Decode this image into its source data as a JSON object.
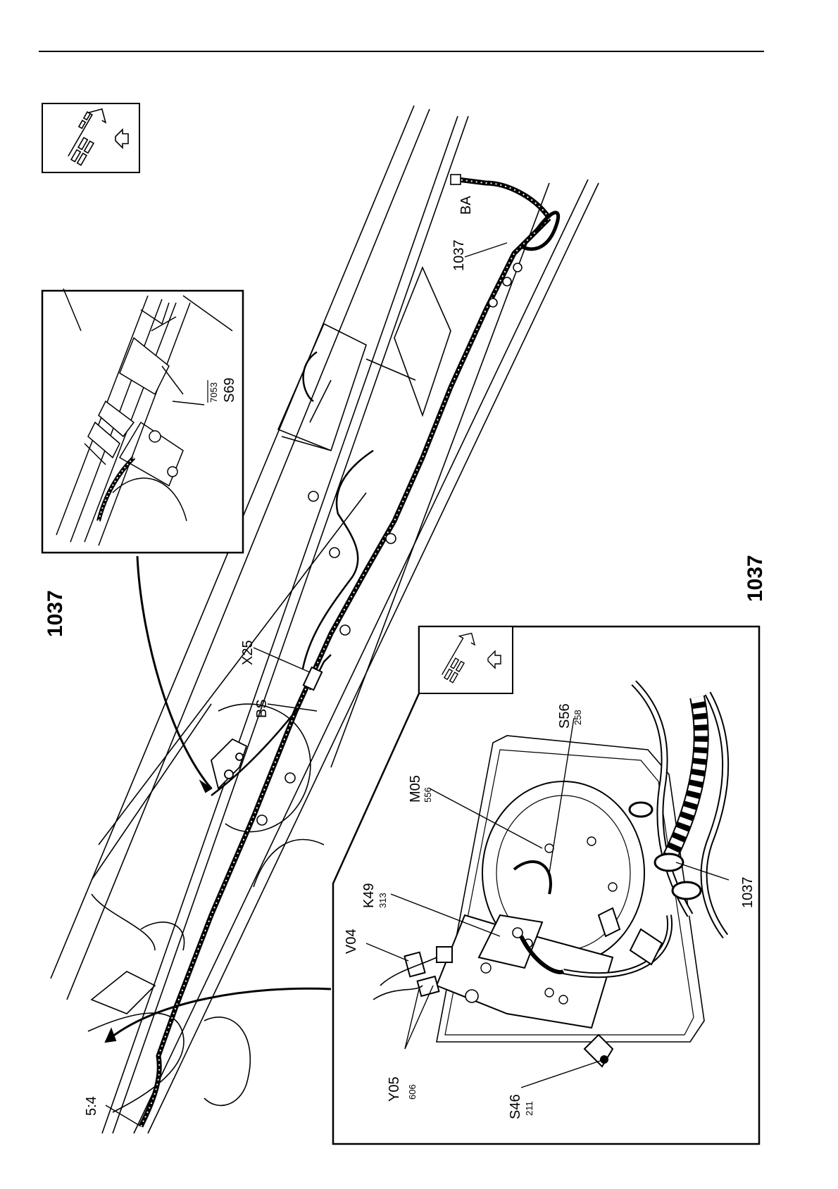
{
  "diagram_number_main": "1037",
  "diagram_number_right": "1037",
  "labels": {
    "ba": "BA",
    "wire_1037_top": "1037",
    "wire_1037_bottom": "1037",
    "x25": "X25",
    "bs": "BS",
    "s69": "S69",
    "s69_ref": "7053",
    "m05": "M05",
    "m05_ref": "556",
    "s56": "S56",
    "s56_ref": "258",
    "k49": "K49",
    "k49_ref": "313",
    "v04": "V04",
    "y05": "Y05",
    "y05_ref": "606",
    "s46": "S46",
    "s46_ref": "211",
    "five_four": "5:4"
  },
  "icons": [
    "truck-orientation-icon",
    "direction-arrow-icon"
  ]
}
